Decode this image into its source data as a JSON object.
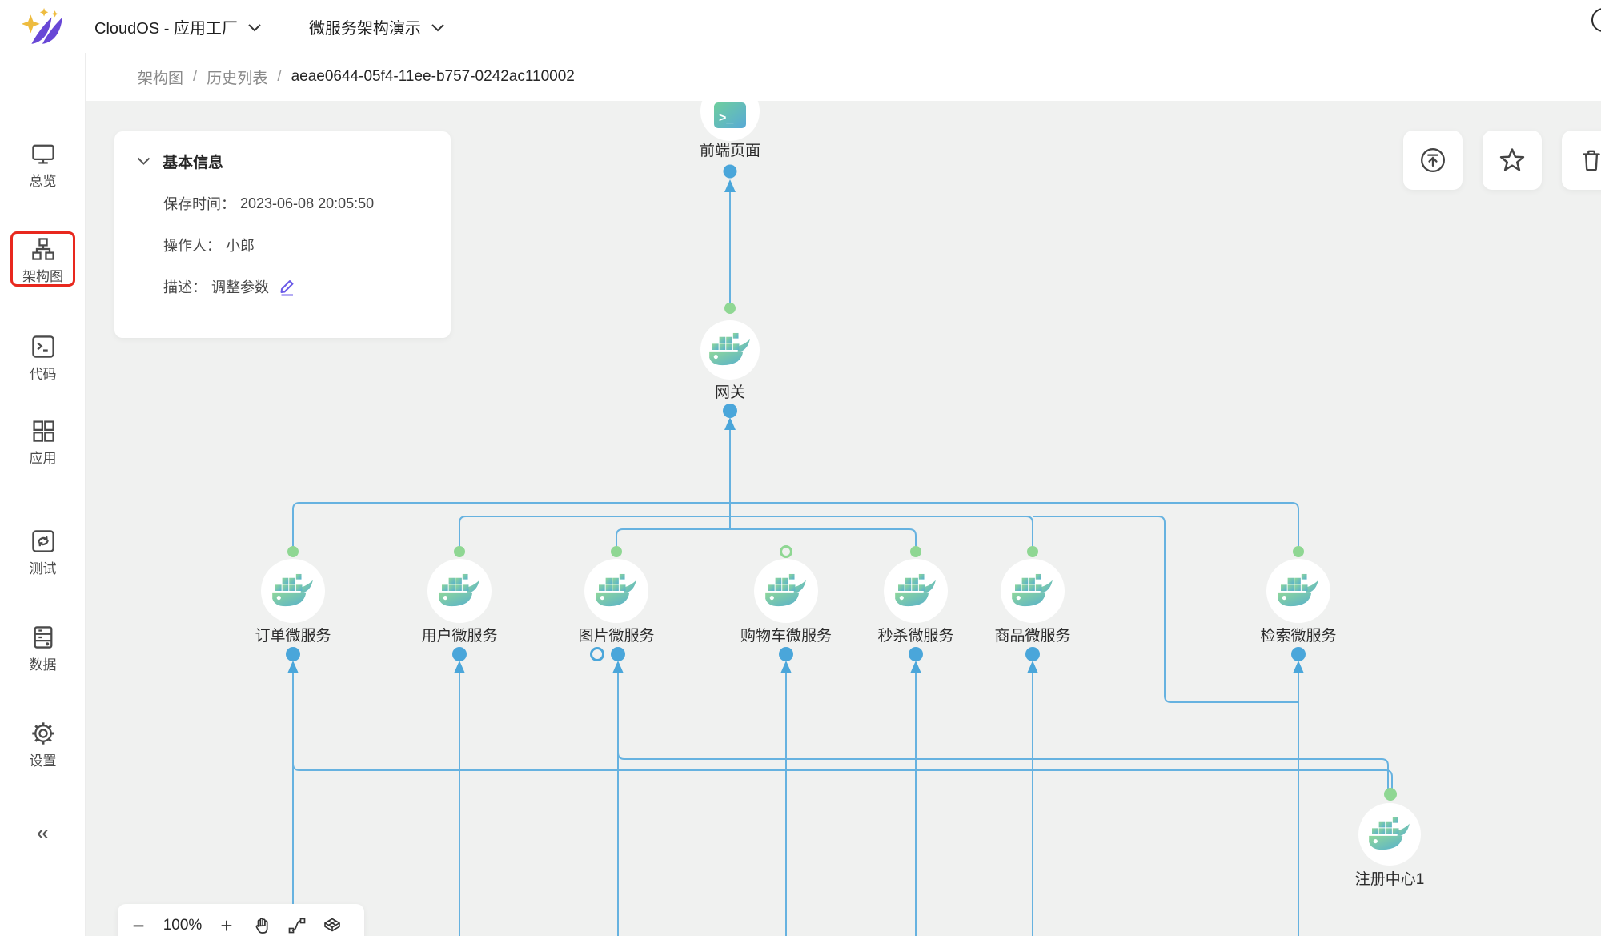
{
  "header": {
    "workspace_label": "CloudOS - 应用工厂",
    "project_label": "微服务架构演示"
  },
  "sidebar": {
    "items": [
      {
        "label": "总览",
        "icon": "monitor-icon",
        "active": false
      },
      {
        "label": "架构图",
        "icon": "architecture-icon",
        "active": true
      },
      {
        "label": "代码",
        "icon": "terminal-icon",
        "active": false
      },
      {
        "label": "应用",
        "icon": "apps-grid-icon",
        "active": false
      },
      {
        "label": "测试",
        "icon": "test-cycle-icon",
        "active": false
      },
      {
        "label": "数据",
        "icon": "database-icon",
        "active": false
      },
      {
        "label": "设置",
        "icon": "gear-icon",
        "active": false
      }
    ],
    "collapse_label": "«"
  },
  "breadcrumb": {
    "items": [
      "架构图",
      "历史列表",
      "aeae0644-05f4-11ee-b757-0242ac110002"
    ],
    "separator": "/"
  },
  "info_panel": {
    "title": "基本信息",
    "save_time_label": "保存时间：",
    "save_time": "2023-06-08 20:05:50",
    "operator_label": "操作人：",
    "operator": "小郎",
    "desc_label": "描述：",
    "desc": "调整参数",
    "edit_icon": "pencil-icon"
  },
  "actions": [
    {
      "icon": "publish-circle-arrow-up"
    },
    {
      "icon": "favorite-star"
    },
    {
      "icon": "delete-trash"
    }
  ],
  "footer_toolbar": {
    "zoom_out_label": "−",
    "zoom_level": "100%",
    "zoom_in_label": "+",
    "tools": [
      "pan-hand",
      "connector-curve",
      "layers-box"
    ]
  },
  "diagram": {
    "nodes": [
      {
        "label": "前端页面",
        "type": "frontend-page"
      },
      {
        "label": "网关",
        "type": "docker-service"
      },
      {
        "label": "订单微服务",
        "type": "docker-service"
      },
      {
        "label": "用户微服务",
        "type": "docker-service"
      },
      {
        "label": "图片微服务",
        "type": "docker-service"
      },
      {
        "label": "购物车微服务",
        "type": "docker-service"
      },
      {
        "label": "秒杀微服务",
        "type": "docker-service"
      },
      {
        "label": "商品微服务",
        "type": "docker-service"
      },
      {
        "label": "检索微服务",
        "type": "docker-service"
      },
      {
        "label": "注册中心1",
        "type": "docker-service"
      }
    ]
  },
  "colors": {
    "edge_blue": "#66b2e0",
    "port_blue": "#4aa6da",
    "port_green": "#8fd793",
    "accent_purple": "#6a5ae8",
    "highlight_red": "#e8281e",
    "canvas_bg": "#f0f1f0"
  }
}
